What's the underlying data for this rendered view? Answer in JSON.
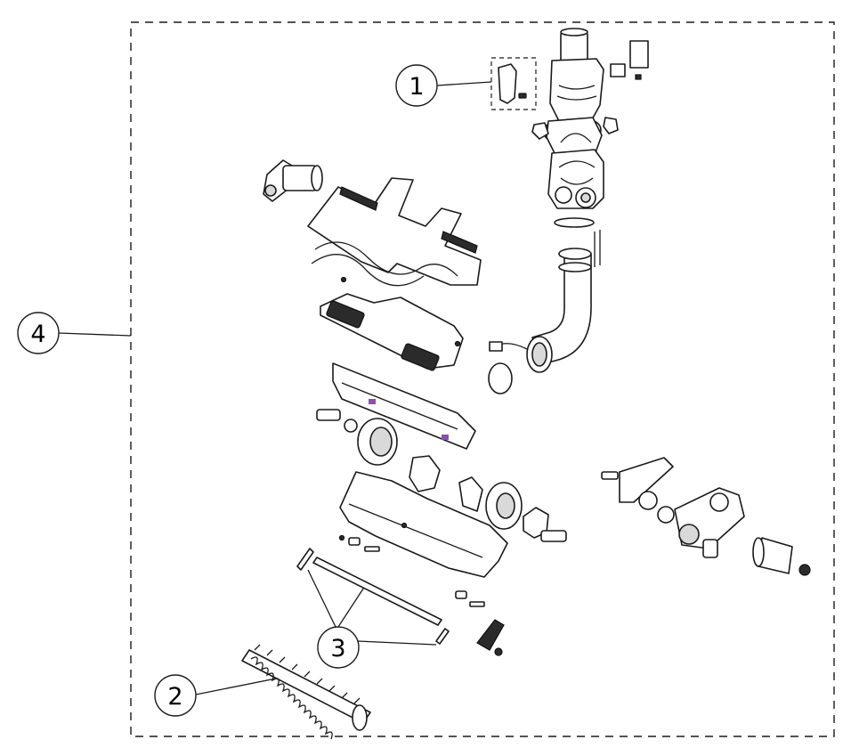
{
  "diagram": {
    "type": "exploded-parts-view",
    "callouts": [
      {
        "id": "callout-1",
        "label": "1"
      },
      {
        "id": "callout-2",
        "label": "2"
      },
      {
        "id": "callout-3",
        "label": "3"
      },
      {
        "id": "callout-4",
        "label": "4"
      }
    ]
  }
}
